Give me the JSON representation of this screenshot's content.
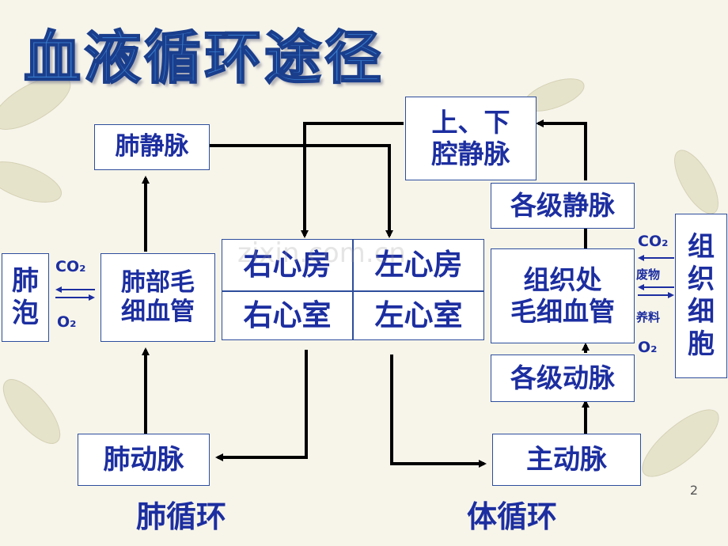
{
  "title": "血液循环途径",
  "nodes": {
    "lung_alveoli": "肺\n泡",
    "lung_capillaries": "肺部毛\n细血管",
    "pulmonary_vein": "肺静脉",
    "pulmonary_artery": "肺动脉",
    "right_atrium": "右心房",
    "right_ventricle": "右心室",
    "left_atrium": "左心房",
    "left_ventricle": "左心室",
    "vena_cava": "上、下\n腔静脉",
    "veins": "各级静脉",
    "tissue_capillaries": "组织处\n毛细血管",
    "arteries": "各级动脉",
    "aorta": "主动脉",
    "tissue_cells": "组\n织\n细\n胞"
  },
  "exchange_labels": {
    "lung_co2": "CO₂",
    "lung_o2": "O₂",
    "tissue_co2": "CO₂",
    "tissue_waste": "废物",
    "tissue_nutrients": "养料",
    "tissue_o2": "O₂"
  },
  "circulation_labels": {
    "pulmonary": "肺循环",
    "systemic": "体循环"
  },
  "page_number": "2",
  "watermark": "zixin.com.cn",
  "colors": {
    "text": "#1c2ea0",
    "title_fill": "#3a7fd0",
    "border": "#2d4d9c",
    "arrow": "#000000"
  }
}
